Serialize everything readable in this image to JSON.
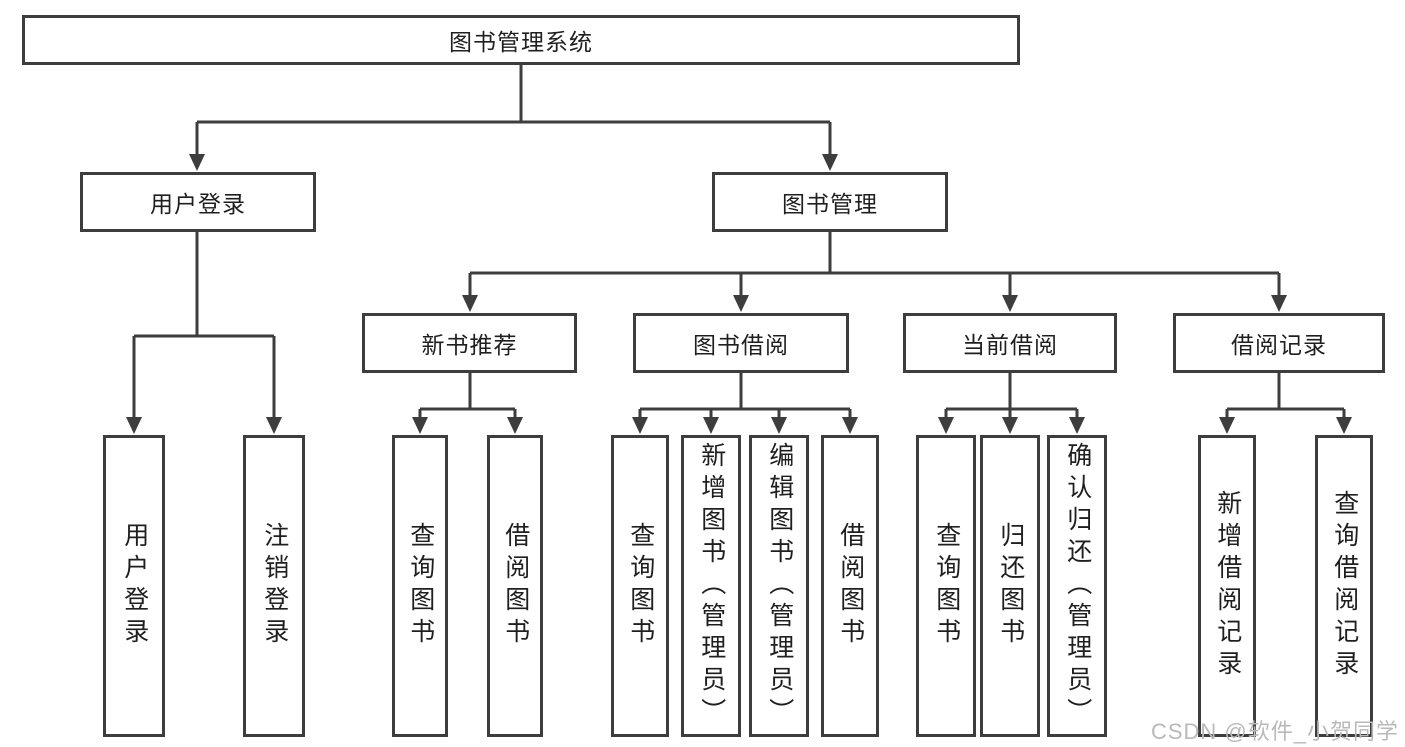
{
  "diagram": {
    "root": {
      "label": "图书管理系统"
    },
    "branches": [
      {
        "label": "用户登录",
        "children": [
          {
            "label": "用户登录"
          },
          {
            "label": "注销登录"
          }
        ]
      },
      {
        "label": "图书管理",
        "children": [
          {
            "label": "新书推荐",
            "children": [
              {
                "label": "查询图书"
              },
              {
                "label": "借阅图书"
              }
            ]
          },
          {
            "label": "图书借阅",
            "children": [
              {
                "label": "查询图书"
              },
              {
                "label": "新增图书（管理员）"
              },
              {
                "label": "编辑图书（管理员）"
              },
              {
                "label": "借阅图书"
              }
            ]
          },
          {
            "label": "当前借阅",
            "children": [
              {
                "label": "查询图书"
              },
              {
                "label": "归还图书"
              },
              {
                "label": "确认归还（管理员）"
              }
            ]
          },
          {
            "label": "借阅记录",
            "children": [
              {
                "label": "新增借阅记录"
              },
              {
                "label": "查询借阅记录"
              }
            ]
          }
        ]
      }
    ]
  },
  "watermark": {
    "text": "CSDN @软件_小贺同学"
  },
  "colors": {
    "line": "#3d3d3d",
    "text": "#1f1f1f",
    "background": "#ffffff",
    "watermark": "#b9b9b9"
  }
}
